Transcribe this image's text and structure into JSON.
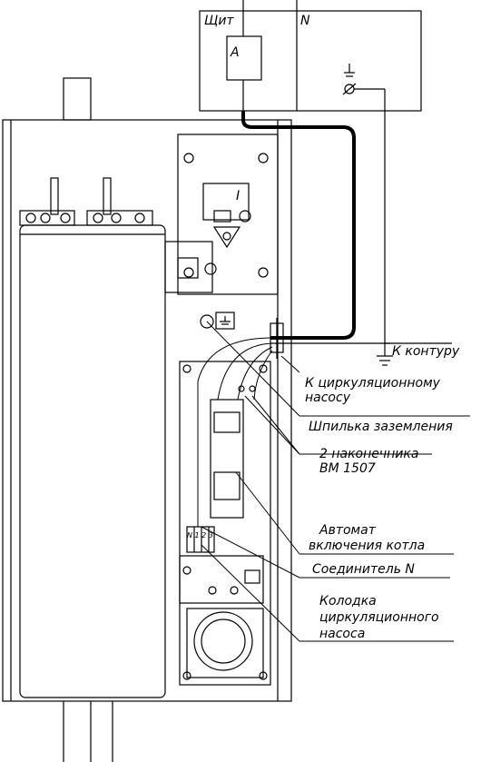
{
  "panel": {
    "title": "Щит",
    "neutral": "N",
    "breaker": "A"
  },
  "labels": {
    "to_circuit": "К контуру",
    "to_pump_1": "К циркуляционному",
    "to_pump_2": "насосу",
    "ground_stud": "Шпилька заземления",
    "lugs_1": "2 наконечника",
    "lugs_2": "ВМ 1507",
    "breaker_1": "Автомат",
    "breaker_2": "включения котла",
    "connector_n": "Соединитель N",
    "block_1": "Колодка",
    "block_2": "циркуляционного",
    "block_3": "насоса"
  },
  "device": {
    "switch_mark": "I",
    "terminals": "N 1 2 3"
  },
  "colors": {
    "line": "#000000",
    "background": "#ffffff"
  }
}
